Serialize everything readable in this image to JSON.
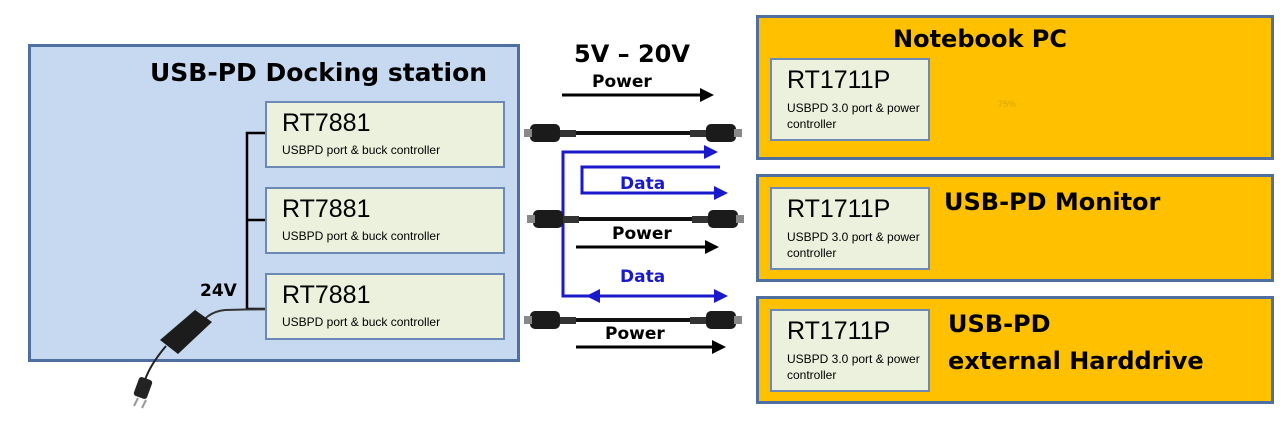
{
  "dock": {
    "title": "USB-PD Docking station",
    "controllers": [
      {
        "name": "RT7881",
        "desc": "USBPD  port & buck controller"
      },
      {
        "name": "RT7881",
        "desc": "USBPD  port & buck controller"
      },
      {
        "name": "RT7881",
        "desc": "USBPD  port & buck controller"
      }
    ],
    "input_voltage": "24V"
  },
  "links": {
    "voltage_range": "5V – 20V",
    "power_labels": [
      "Power",
      "Power",
      "Power"
    ],
    "data_labels": [
      "Data",
      "Data"
    ]
  },
  "devices": [
    {
      "title": "Notebook PC",
      "controller": "RT1711P",
      "desc": "USBPD 3.0 port & power controller",
      "battery": "75%"
    },
    {
      "title": "USB-PD Monitor",
      "controller": "RT1711P",
      "desc": "USBPD 3.0  port & power controller"
    },
    {
      "title_line1": "USB-PD",
      "title_line2": "external Harddrive",
      "controller": "RT1711P",
      "desc": "USBPD 3.0  port & power controller"
    }
  ],
  "colors": {
    "dock_fill": "#c6d9f1",
    "device_fill": "#ffc000",
    "controller_fill": "#ebf1dd",
    "border": "#4f6fa0",
    "data_arrow": "#1a1acc"
  }
}
